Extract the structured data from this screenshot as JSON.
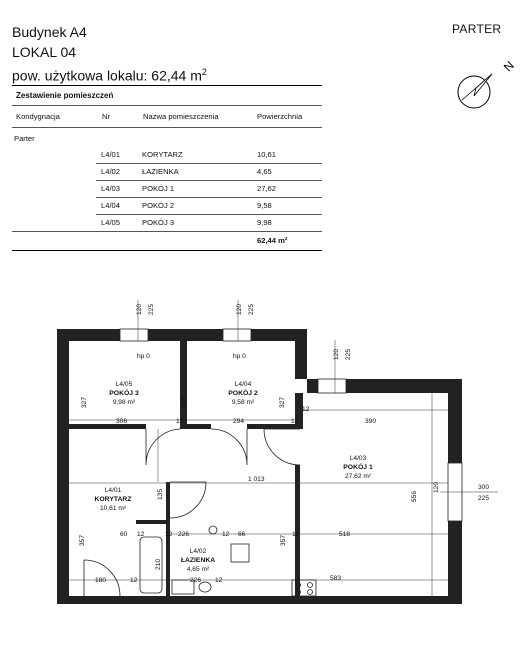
{
  "header": {
    "building": "Budynek A4",
    "unit": "LOKAL 04",
    "area_label": "pow. użytkowa lokalu: 62,44 m",
    "area_sup": "2",
    "floor": "PARTER",
    "north_label": "N"
  },
  "table": {
    "title": "Zestawienie pomieszczeń",
    "columns": [
      "Kondygnacja",
      "Nr",
      "Nazwa pomieszczenia",
      "Powierzchnia"
    ],
    "floor_group": "Parter",
    "rows": [
      {
        "nr": "L4/01",
        "name": "KORYTARZ",
        "area": "10,61"
      },
      {
        "nr": "L4/02",
        "name": "ŁAZIENKA",
        "area": "4,65"
      },
      {
        "nr": "L4/03",
        "name": "POKÓJ 1",
        "area": "27,62"
      },
      {
        "nr": "L4/04",
        "name": "POKÓJ 2",
        "area": "9,58"
      },
      {
        "nr": "L4/05",
        "name": "POKÓJ 3",
        "area": "9,98"
      }
    ],
    "total": "62,44 m²"
  },
  "plan": {
    "rooms": [
      {
        "id": "L4/05",
        "name": "POKÓJ 3",
        "area": "9,98 m²"
      },
      {
        "id": "L4/04",
        "name": "POKÓJ 2",
        "area": "9,58 m²"
      },
      {
        "id": "L4/03",
        "name": "POKÓJ 1",
        "area": "27,62 m²"
      },
      {
        "id": "L4/01",
        "name": "KORYTARZ",
        "area": "10,61 m²"
      },
      {
        "id": "L4/02",
        "name": "ŁAZIENKA",
        "area": "4,65 m²"
      }
    ],
    "hp": "hp 0",
    "dims": {
      "w120": "120",
      "w225": "225",
      "w300": "300",
      "d306": "306",
      "d294": "294",
      "d390": "390",
      "d12": "12",
      "d327": "327",
      "d1013": "1 013",
      "d135": "135",
      "d556": "556",
      "d226": "226",
      "d66": "66",
      "d518": "518",
      "d60": "60",
      "d357": "357",
      "d210": "210",
      "d180": "180",
      "d583": "583"
    }
  }
}
